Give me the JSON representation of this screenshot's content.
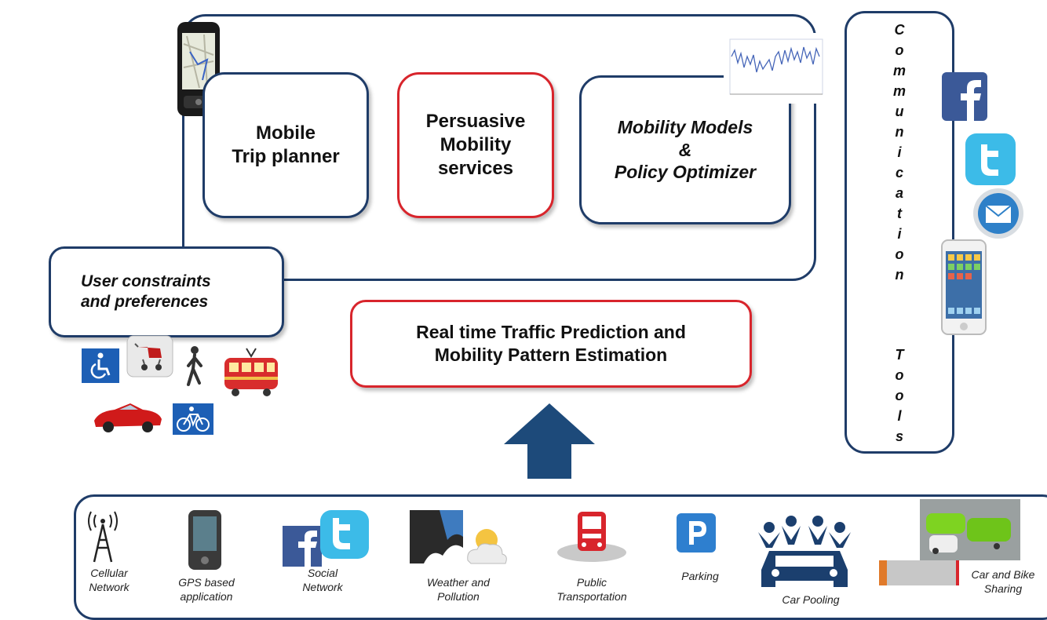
{
  "boxes": {
    "trip_planner": "Mobile\nTrip planner",
    "persuasive": "Persuasive\nMobility\nservices",
    "models": "Mobility Models\n&\nPolicy  Optimizer",
    "user_constraints": "User  constraints\nand  preferences",
    "traffic": "Real time Traffic Prediction and\nMobility Pattern Estimation"
  },
  "comm_tools": {
    "word1": [
      "C",
      "o",
      "m",
      "m",
      "u",
      "n",
      "i",
      "c",
      "a",
      "t",
      "i",
      "o",
      "n"
    ],
    "word2": [
      "T",
      "o",
      "o",
      "l",
      "s"
    ]
  },
  "sources": [
    {
      "label": "Cellular\nNetwork",
      "icon": "cell-tower-icon"
    },
    {
      "label": "GPS based\napplication",
      "icon": "gps-device-icon"
    },
    {
      "label": "Social\nNetwork",
      "icon": "social-network-icon"
    },
    {
      "label": "Weather and\nPollution",
      "icon": "weather-icon"
    },
    {
      "label": "Public\nTransportation",
      "icon": "bus-icon"
    },
    {
      "label": "Parking",
      "icon": "parking-icon"
    },
    {
      "label": "Car Pooling",
      "icon": "car-pooling-icon"
    },
    {
      "label": "Car and Bike\nSharing",
      "icon": "car-sharing-icon"
    }
  ],
  "colors": {
    "navy": "#1f3c68",
    "red": "#d8252c",
    "arrow": "#1d4a7a"
  }
}
